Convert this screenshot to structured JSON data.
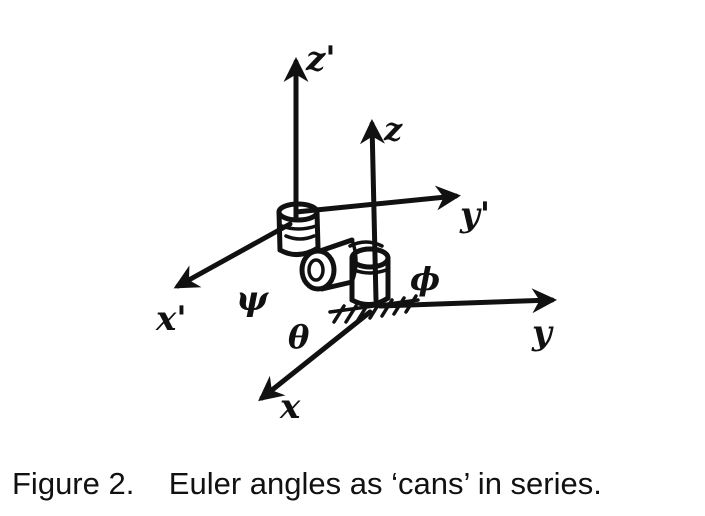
{
  "diagram": {
    "labels": {
      "z_prime": "z'",
      "z": "z",
      "y_prime": "y'",
      "y": "y",
      "x_prime": "x'",
      "x": "x",
      "psi": "ψ",
      "theta": "θ",
      "phi": "ϕ"
    }
  },
  "caption": {
    "text": "Figure 2.    Euler angles as ‘cans’ in series."
  }
}
